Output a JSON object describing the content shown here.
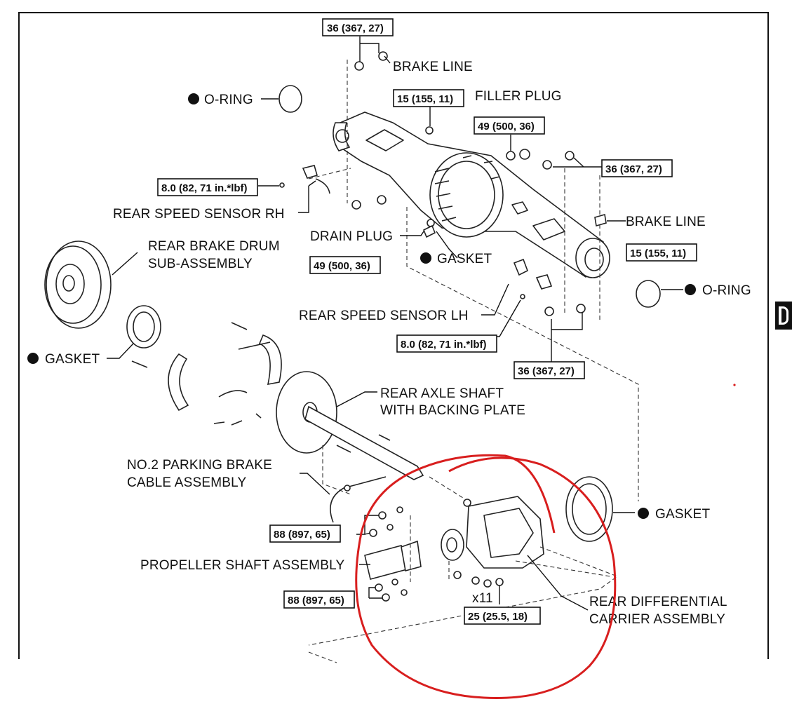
{
  "labels": {
    "brake_line_top": "BRAKE LINE",
    "o_ring_left": "O-RING",
    "filler_plug": "FILLER PLUG",
    "rear_speed_sensor_rh": "REAR SPEED SENSOR RH",
    "drain_plug": "DRAIN PLUG",
    "gasket_center": "GASKET",
    "brake_line_right": "BRAKE LINE",
    "rear_brake_drum_1": "REAR BRAKE DRUM",
    "rear_brake_drum_2": "SUB-ASSEMBLY",
    "o_ring_right": "O-RING",
    "rear_speed_sensor_lh": "REAR SPEED SENSOR LH",
    "gasket_left": "GASKET",
    "rear_axle_shaft_1": "REAR AXLE SHAFT",
    "rear_axle_shaft_2": "WITH BACKING PLATE",
    "parking_cable_1": "NO.2 PARKING BRAKE",
    "parking_cable_2": "CABLE ASSEMBLY",
    "gasket_right": "GASKET",
    "propeller_shaft": "PROPELLER SHAFT ASSEMBLY",
    "rear_diff_1": "REAR DIFFERENTIAL",
    "rear_diff_2": "CARRIER ASSEMBLY",
    "x11": "x11"
  },
  "torques": {
    "t_top": "36 (367, 27)",
    "t_filler": "15 (155, 11)",
    "t_49_upper": "49 (500, 36)",
    "t_36_right": "36 (367, 27)",
    "t_sensor_rh": "8.0 (82, 71 in.*lbf)",
    "t_15_right": "15 (155, 11)",
    "t_49_lower": "49 (500, 36)",
    "t_sensor_lh": "8.0 (82, 71 in.*lbf)",
    "t_36_bottom": "36 (367, 27)",
    "t_88_upper": "88 (897, 65)",
    "t_88_lower": "88 (897, 65)",
    "t_25": "25 (25.5, 18)"
  },
  "colors": {
    "annotation_circle": "#d81e1e",
    "line": "#222222"
  }
}
